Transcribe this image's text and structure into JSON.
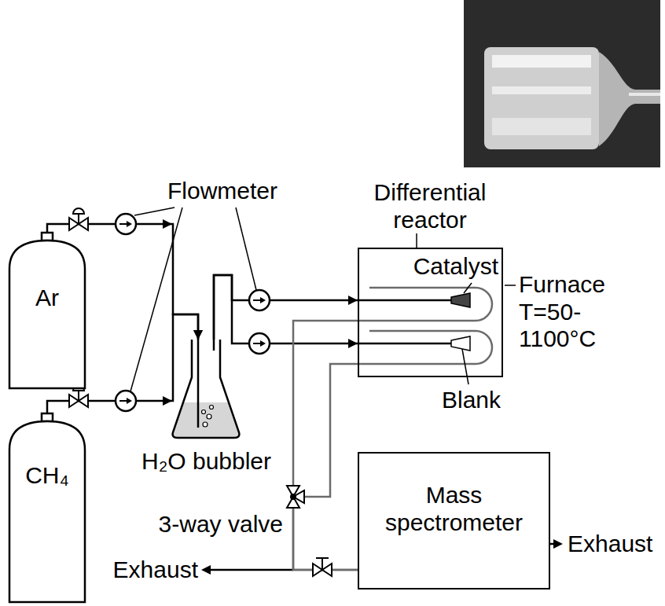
{
  "diagram": {
    "nodes": [
      {
        "text": [
          "Ar"
        ]
      },
      {
        "text": [
          "CH₄"
        ]
      },
      {
        "text": [
          "H₂O bubbler"
        ]
      },
      {
        "text": [
          "Differential reactor"
        ]
      },
      {
        "text": [
          "Mass spectrometer"
        ]
      }
    ],
    "edges": [
      {
        "from": 0,
        "to": 2,
        "arrow": "to"
      },
      {
        "from": 1,
        "to": 2,
        "arrow": "to"
      },
      {
        "from": 2,
        "to": 3,
        "arrow": "to"
      },
      {
        "from": 2,
        "to": 3,
        "arrow": "to"
      },
      {
        "from": 3,
        "to": 4,
        "arrow": "none"
      },
      {
        "from": 3,
        "to": 4,
        "arrow": "none"
      }
    ],
    "labels": [
      "Flowmeter",
      "Catalyst",
      "Furnace T=50- 1100°C",
      "Blank",
      "3-way valve",
      "Exhaust",
      "Exhaust"
    ]
  }
}
